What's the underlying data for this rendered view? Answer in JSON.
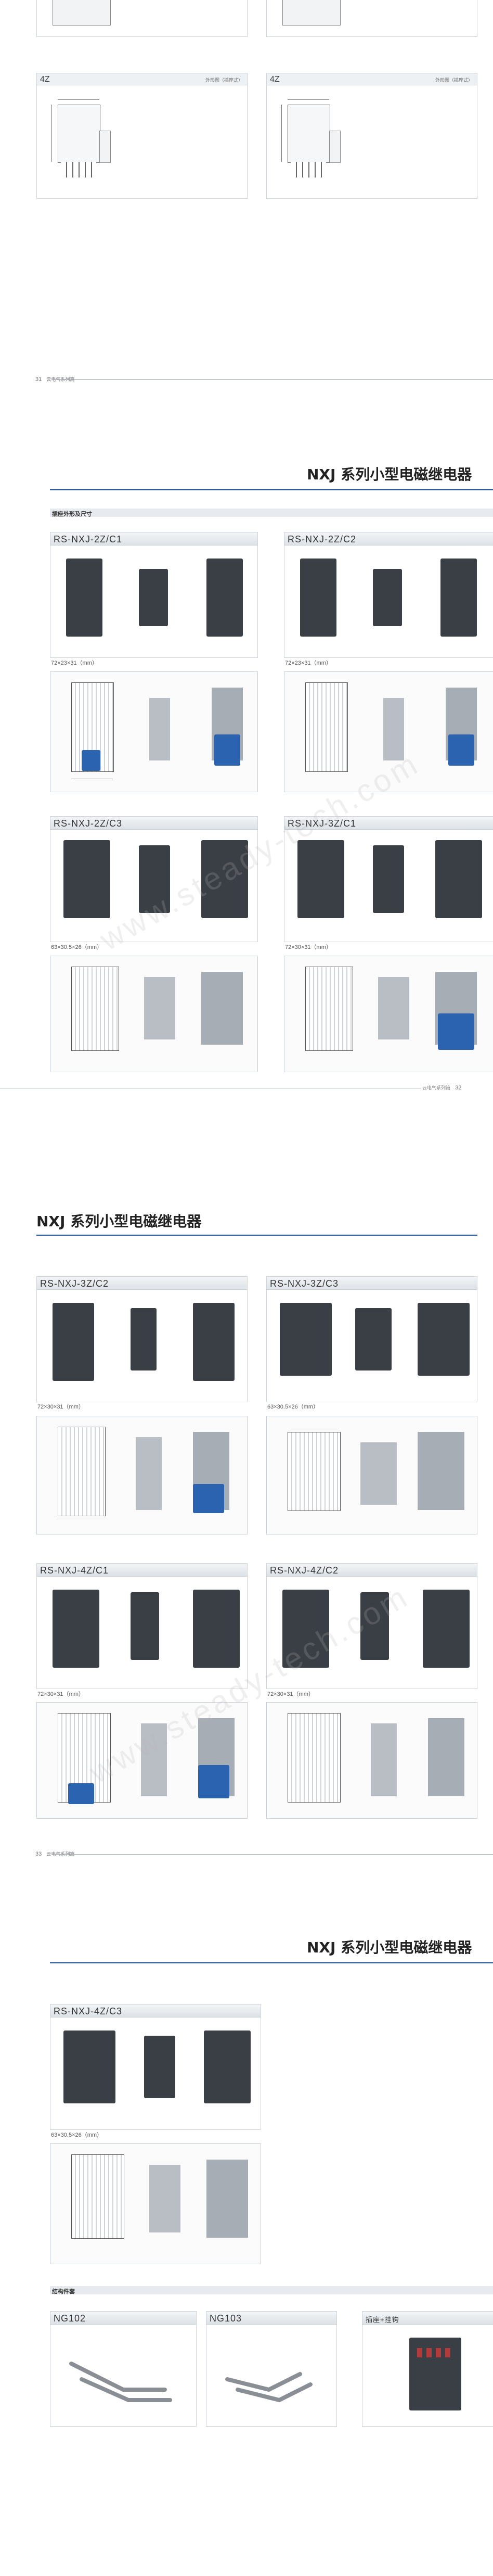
{
  "page1": {
    "top_left_label": "4Z",
    "top_left_sub": "外形图（插座式）",
    "top_right_label": "4Z",
    "top_right_sub": "外形图（插座式）",
    "page_number": "31",
    "page_footer": "云电气系列篇"
  },
  "page2": {
    "title": "NXJ 系列小型电磁继电器",
    "section": "插座外形及尺寸",
    "cards": [
      {
        "name": "RS-NXJ-2Z/C1",
        "dims": "72×23×31（mm）"
      },
      {
        "name": "RS-NXJ-2Z/C2",
        "dims": "72×23×31（mm）"
      },
      {
        "name": "RS-NXJ-2Z/C3",
        "dims": "63×30.5×26（mm）"
      },
      {
        "name": "RS-NXJ-3Z/C1",
        "dims": "72×30×31（mm）"
      }
    ],
    "page_footer": "云电气系列篇",
    "page_number": "32"
  },
  "page3": {
    "title": "NXJ 系列小型电磁继电器",
    "cards": [
      {
        "name": "RS-NXJ-3Z/C2",
        "dims": "72×30×31（mm）"
      },
      {
        "name": "RS-NXJ-3Z/C3",
        "dims": "63×30.5×26（mm）"
      },
      {
        "name": "RS-NXJ-4Z/C1",
        "dims": "72×30×31（mm）"
      },
      {
        "name": "RS-NXJ-4Z/C2",
        "dims": "72×30×31（mm）"
      }
    ],
    "page_number": "33",
    "page_footer": "云电气系列篇"
  },
  "page4": {
    "title": "NXJ 系列小型电磁继电器",
    "card": {
      "name": "RS-NXJ-4Z/C3",
      "dims": "63×30.5×26（mm）"
    },
    "section": "结构件套",
    "accessories": [
      {
        "name": "NG102"
      },
      {
        "name": "NG103"
      },
      {
        "name": "插座+挂钩"
      }
    ]
  },
  "watermark": "www.steady-tech.com",
  "colors": {
    "accent": "#1f4e9c",
    "relay": "#3a3f46",
    "clip": "#2c63b0"
  }
}
